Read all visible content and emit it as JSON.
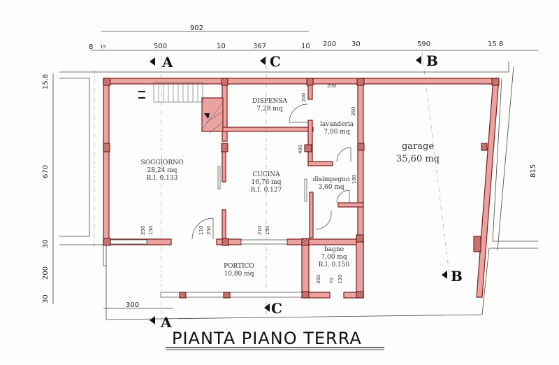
{
  "title": "PIANTA PIANO TERRA",
  "dimensions": {
    "top_total": "902",
    "top": [
      "8",
      "15",
      "500",
      "10",
      "367",
      "10",
      "200",
      "30",
      "590",
      "15.8"
    ],
    "left": [
      "15.8",
      "670",
      "30",
      "200",
      "30"
    ],
    "right": "815",
    "bottom": "300",
    "inner": {
      "dispensa_top": "200",
      "dispensa_side": "200",
      "lavanderia_side": "350",
      "cucina_side": "460",
      "disimpegno_side": "180",
      "soggiorno_window": [
        "250",
        "150"
      ],
      "door": [
        "110",
        "250"
      ],
      "cucina_window": [
        "210",
        "150"
      ],
      "bagno_side": "350",
      "bagno_window": [
        "70",
        "150"
      ]
    }
  },
  "sections": {
    "a": "A",
    "b": "B",
    "c": "C"
  },
  "rooms": {
    "soggiorno": {
      "name": "SOGGIORNO",
      "area": "28,24 mq",
      "ri": "R.I. 0.133"
    },
    "dispensa": {
      "name": "DISPENSA",
      "area": "7,28 mq"
    },
    "lavanderia": {
      "name": "lavanderia",
      "area": "7,00 mq"
    },
    "garage": {
      "name": "garage",
      "area": "35,60 mq"
    },
    "cucina": {
      "name": "CUCINA",
      "area": "16,76 mq",
      "ri": "R.I. 0.127"
    },
    "disimpegno": {
      "name": "disimpegno",
      "area": "3,60 mq"
    },
    "bagno": {
      "name": "bagno",
      "area": "7,00 mq",
      "ri": "R.I. 0.150"
    },
    "portico": {
      "name": "PORTICO",
      "area": "10,80 mq"
    }
  },
  "colors": {
    "wall": "#eaa3a0",
    "wall_outline": "#7a1e1e"
  }
}
